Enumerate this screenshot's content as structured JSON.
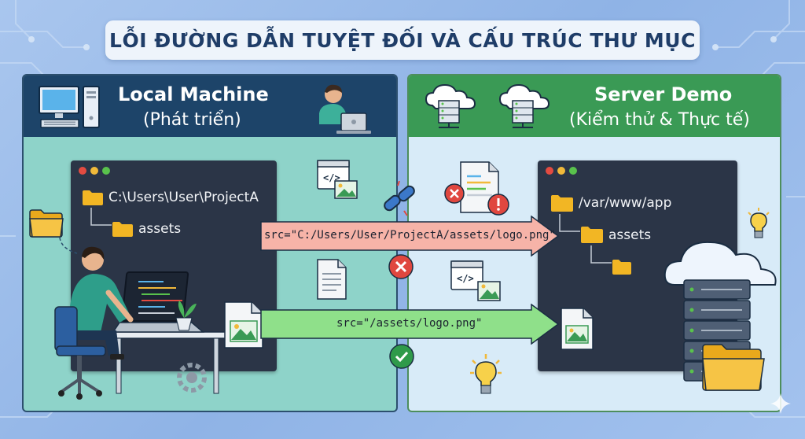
{
  "title": "LỖI ĐƯỜNG DẪN TUYỆT ĐỐI VÀ CẤU TRÚC THƯ MỤC",
  "local": {
    "title": "Local Machine",
    "subtitle": "(Phát triển)",
    "path": "C:\\Users\\User\\ProjectA",
    "folder": "assets"
  },
  "server": {
    "title": "Server Demo",
    "subtitle": "(Kiểm thử & Thực tế)",
    "path": "/var/www/app",
    "folder": "assets"
  },
  "arrows": {
    "wrong": "src=\"C:/Users/User/ProjectA/assets/logo.png\"",
    "right": "src=\"/assets/logo.png\""
  },
  "colors": {
    "local_header": "#1d4469",
    "server_header": "#3a9a55",
    "error": "#e0473f",
    "success": "#2f9a4a",
    "wrong_arrow": "#f6b3a8",
    "right_arrow": "#8fe08a"
  }
}
